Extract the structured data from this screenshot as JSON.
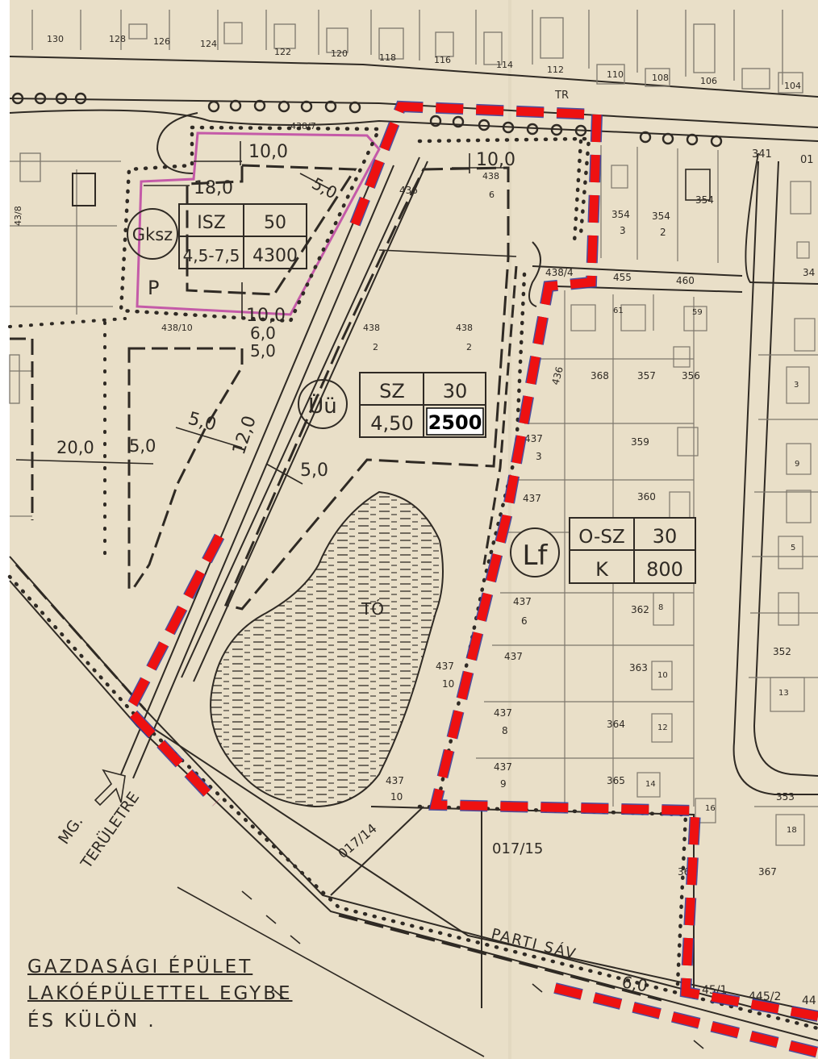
{
  "palette": {
    "paper": "#e9dfc8",
    "ink": "#2f2a24",
    "pencil": "#7d776c",
    "pink": "#c45aa8",
    "red": "#ee1111",
    "blue": "#3a3f9a",
    "white": "#ffffff"
  },
  "top_lot_numbers": {
    "l130": "130",
    "l128": "128",
    "l126": "126",
    "l124": "124",
    "l122": "122",
    "l120": "120",
    "l118": "118",
    "l116": "116",
    "l114": "114",
    "l112": "112",
    "l110": "110",
    "l108": "108",
    "l106": "106",
    "l104": "104"
  },
  "road_labels": {
    "tr": "TR",
    "r341": "341",
    "r438_4": "438/4",
    "r455": "455",
    "r460": "460",
    "r01": "01",
    "r34": "34"
  },
  "gksz_block": {
    "zone": "Gksz",
    "code_a": "ISZ",
    "code_b": "50",
    "code_c": "4,5-7,5",
    "code_d": "4300",
    "p_label": "P",
    "d_top": "10,0",
    "d_left": "18,0",
    "d_diag": "5,0",
    "d_bottom": "10,0",
    "d_6": "6,0",
    "d_5": "5,0",
    "lot": "43/8",
    "lot_438_10": "438/10",
    "lot_438_7": "438/7"
  },
  "uu_block": {
    "zone": "Üü",
    "code_a": "SZ",
    "code_b": "30",
    "code_c": "4,50",
    "code_d": "2500",
    "lot_438_2a": "438",
    "lot_438_2a_b": "2",
    "lot_438_2b": "438",
    "lot_438_2b_b": "2",
    "lot_436": "436",
    "lot_436b": "436",
    "d_10": "10,0",
    "d_5a": "5,0",
    "d_12": "12,0",
    "d_5b": "5,0",
    "d_5c": "5,0",
    "d_20": "20,0",
    "lot_438_6": "438",
    "lot_438_6_b": "6"
  },
  "lf_block": {
    "zone": "Lf",
    "code_a": "O-SZ",
    "code_b": "30",
    "code_c": "K",
    "code_d": "800"
  },
  "lot_labels": {
    "l354": "354",
    "l354_3": "354",
    "l354_3b": "3",
    "l354_2": "354",
    "l354_2b": "2",
    "l368": "368",
    "l357": "357",
    "l356": "356",
    "l359": "359",
    "l360": "360",
    "l362": "362",
    "l363": "363",
    "l364": "364",
    "l365": "365",
    "l366": "366",
    "l367": "367",
    "l352": "352",
    "l353": "353",
    "l437_3": "437",
    "l437_3b": "3",
    "l437_5": "437",
    "l437_6": "437",
    "l437_6b": "6",
    "l437_7": "437",
    "l437_8": "437",
    "l437_8b": "8",
    "l437_9": "437",
    "l437_9b": "9",
    "l437_10": "437",
    "l437_10b": "10",
    "l437_10c": "437",
    "l437_10d": "10",
    "h16": "16",
    "h18": "18",
    "h61": "61",
    "h59": "59",
    "h5": "5",
    "h8": "8",
    "h10": "10",
    "h12": "12",
    "h14": "14",
    "h13": "13",
    "h3": "3",
    "h9": "9"
  },
  "water": {
    "name": "TÓ"
  },
  "south": {
    "p017_14": "017/14",
    "p017_15": "017/15",
    "parti_sav": "PARTI SÁV",
    "parti_width": "6,0",
    "p445_1": "45/1",
    "p445_2": "445/2",
    "p44": "44"
  },
  "direction": {
    "line1": "MG.",
    "line2": "TERÜLETRE"
  },
  "legend": {
    "line1": "GAZDASÁGI ÉPÜLET",
    "line2": "LAKÓÉPÜLETTEL EGYBE",
    "line3": "ÉS KÜLÖN ."
  }
}
